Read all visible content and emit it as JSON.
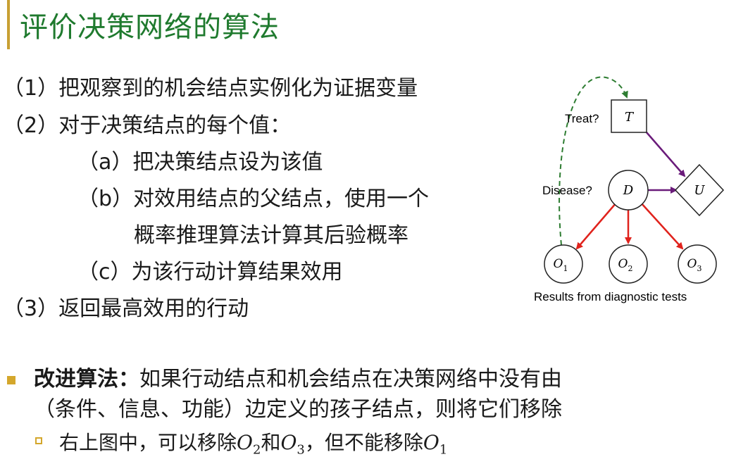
{
  "title": "评价决策网络的算法",
  "steps": {
    "s1": "（1）把观察到的机会结点实例化为证据变量",
    "s2": "（2）对于决策结点的每个值：",
    "s2a": "（a）把决策结点设为该值",
    "s2b_line1": "（b）对效用结点的父结点，使用一个",
    "s2b_line2": "概率推理算法计算其后验概率",
    "s2c": "（c）为该行动计算结果效用",
    "s3": "（3）返回最高效用的行动"
  },
  "improvement": {
    "label": "改进算法：",
    "text_line1": "如果行动结点和机会结点在决策网络中没有由",
    "text_line2": "（条件、信息、功能）边定义的孩子结点，则将它们移除",
    "sub_prefix": "右上图中，可以移除",
    "o2": "O",
    "o2_sub": "2",
    "and": "和",
    "o3": "O",
    "o3_sub": "3",
    "comma_but": "，但不能移除",
    "o1": "O",
    "o1_sub": "1"
  },
  "diagram": {
    "treat_label": "Treat?",
    "t_node": "T",
    "disease_label": "Disease?",
    "d_node": "D",
    "u_node": "U",
    "o_letter": "O",
    "o1_sub": "1",
    "o2_sub": "2",
    "o3_sub": "3",
    "caption": "Results from diagnostic tests",
    "colors": {
      "info_arc": "#2e7d32",
      "decision_arc": "#6a1b7a",
      "chance_arc": "#e0221c"
    }
  }
}
